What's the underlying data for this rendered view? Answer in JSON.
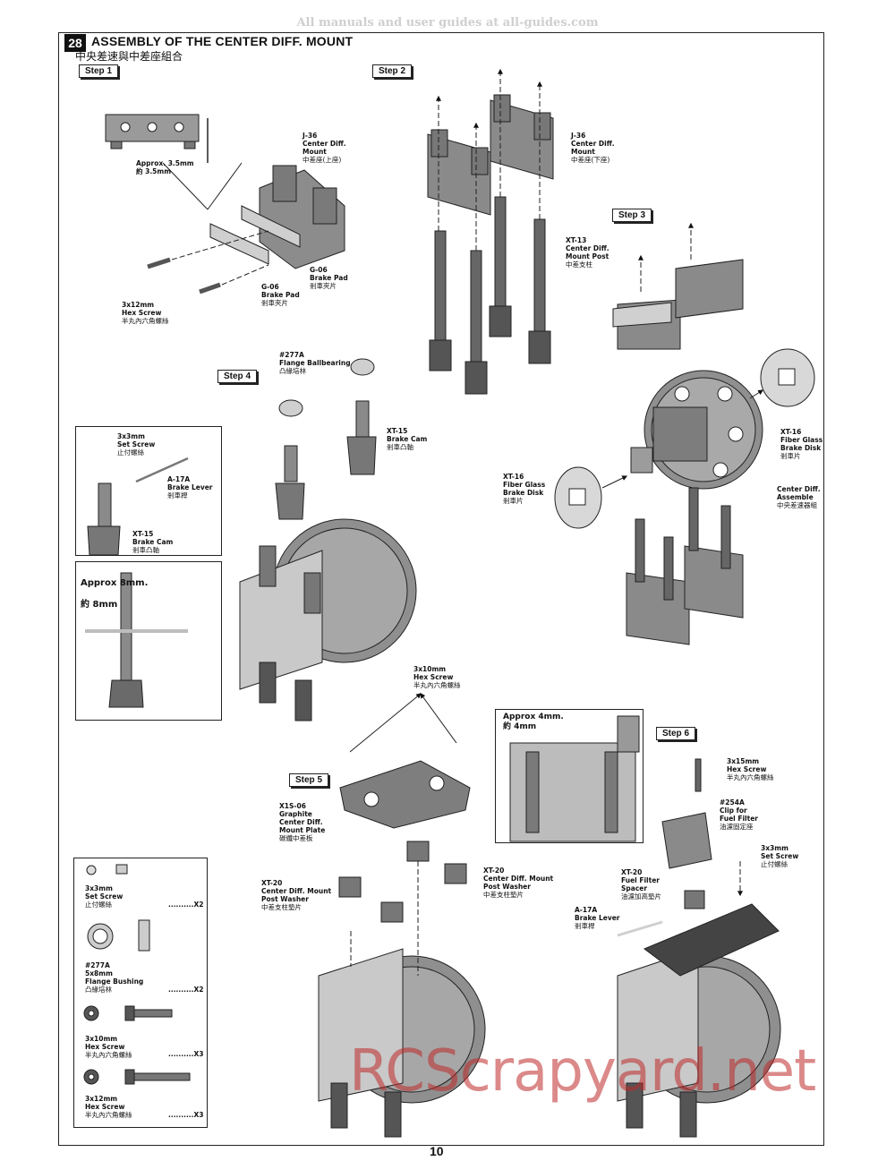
{
  "watermark_top": "All manuals and user guides at all-guides.com",
  "step_number": "28",
  "title": "ASSEMBLY OF THE CENTER DIFF. MOUNT",
  "subtitle": "中央差速與中差座組合",
  "steps": [
    "Step 1",
    "Step 2",
    "Step 3",
    "Step 4",
    "Step 5",
    "Step 6"
  ],
  "labels": {
    "approx35": [
      "Approx. 3.5mm",
      "約 3.5mm"
    ],
    "j36_s1": [
      "J-36",
      "Center Diff.",
      "Mount",
      "中差座(上座)"
    ],
    "g06_a": [
      "G-06",
      "Brake Pad",
      "剎車夾片"
    ],
    "g06_b": [
      "G-06",
      "Brake Pad",
      "剎車夾片"
    ],
    "screw3x12_s1": [
      "3x12mm",
      "Hex Screw",
      "半丸內六角螺絲"
    ],
    "j36_s2": [
      "J-36",
      "Center Diff.",
      "Mount",
      "中差座(下座)"
    ],
    "xt13": [
      "XT-13",
      "Center Diff.",
      "Mount Post",
      "中差支柱"
    ],
    "ball277a": [
      "#277A",
      "Flange Ballbearing",
      "凸緣培林"
    ],
    "xt15_s4": [
      "XT-15",
      "Brake Cam",
      "剎車凸軸"
    ],
    "setscrew_s4": [
      "3x3mm",
      "Set Screw",
      "止付螺絲"
    ],
    "a17a_s4": [
      "A-17A",
      "Brake Lever",
      "剎車桿"
    ],
    "xt15_inset": [
      "XT-15",
      "Brake Cam",
      "剎車凸軸"
    ],
    "approx8": [
      "Approx 8mm.",
      "約 8mm"
    ],
    "xt16_right": [
      "XT-16",
      "Fiber Glass",
      "Brake Disk",
      "剎車片"
    ],
    "xt16_left": [
      "XT-16",
      "Fiber Glass",
      "Brake Disk",
      "剎車片"
    ],
    "center_diff": [
      "Center Diff.",
      "Assemble",
      "中央差速器組"
    ],
    "screw3x10_s5": [
      "3x10mm",
      "Hex Screw",
      "半丸內六角螺絲"
    ],
    "x1s06": [
      "X1S-06",
      "Graphite",
      "Center Diff.",
      "Mount Plate",
      "碳纖中差板"
    ],
    "xt20_left": [
      "XT-20",
      "Center Diff. Mount",
      "Post Washer",
      "中差支柱墊片"
    ],
    "xt20_right": [
      "XT-20",
      "Center Diff. Mount",
      "Post Washer",
      "中差支柱墊片"
    ],
    "approx4": [
      "Approx 4mm.",
      "約 4mm"
    ],
    "screw3x15_s6": [
      "3x15mm",
      "Hex Screw",
      "半丸內六角螺絲"
    ],
    "clip254a": [
      "#254A",
      "Clip for",
      "Fuel Filter",
      "油濾固定座"
    ],
    "setscrew_s6": [
      "3x3mm",
      "Set Screw",
      "止付螺絲"
    ],
    "xt20_s6": [
      "XT-20",
      "Fuel Filter",
      "Spacer",
      "油濾加高墊片"
    ],
    "a17a_s6": [
      "A-17A",
      "Brake Lever",
      "剎車桿"
    ]
  },
  "parts_list": [
    {
      "size": "3x3mm",
      "name": "Set Screw",
      "cn": "止付螺絲",
      "qty": "..........X2"
    },
    {
      "size": "#277A",
      "size2": "5x8mm",
      "name": "Flange Bushing",
      "cn": "凸緣培林",
      "qty": "..........X2"
    },
    {
      "size": "3x10mm",
      "name": "Hex Screw",
      "cn": "半丸內六角螺絲",
      "qty": "..........X3"
    },
    {
      "size": "3x12mm",
      "name": "Hex Screw",
      "cn": "半丸內六角螺絲",
      "qty": "..........X3"
    }
  ],
  "page_number": "10",
  "site_watermark": "RCScrapyard.net"
}
